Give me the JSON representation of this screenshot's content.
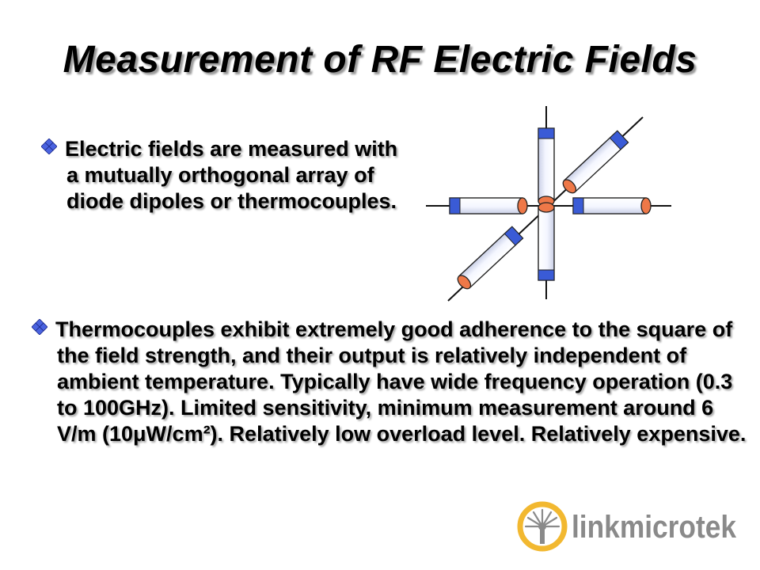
{
  "slide": {
    "title": "Measurement of RF Electric Fields",
    "bullets": [
      {
        "text": "Electric fields are measured with a mutually orthogonal array of diode dipoles or thermocouples.",
        "icon": "diamond-bullet-icon"
      },
      {
        "text": "Thermocouples exhibit extremely good adherence to the square of the field strength, and their output is relatively independent of ambient temperature. Typically have wide frequency operation (0.3 to 100GHz). Limited  sensitivity, minimum measurement around 6 V/m (10μW/cm²). Relatively low overload level. Relatively expensive.",
        "icon": "diamond-bullet-icon"
      }
    ]
  },
  "logo": {
    "text": "linkmicrotek",
    "icon": "sunburst-logo-icon"
  },
  "colors": {
    "accent_blue": "#3a5bd6",
    "sensor_orange": "#ee7848",
    "logo_gold": "#f2b830",
    "logo_gray": "#8a8a8a"
  }
}
